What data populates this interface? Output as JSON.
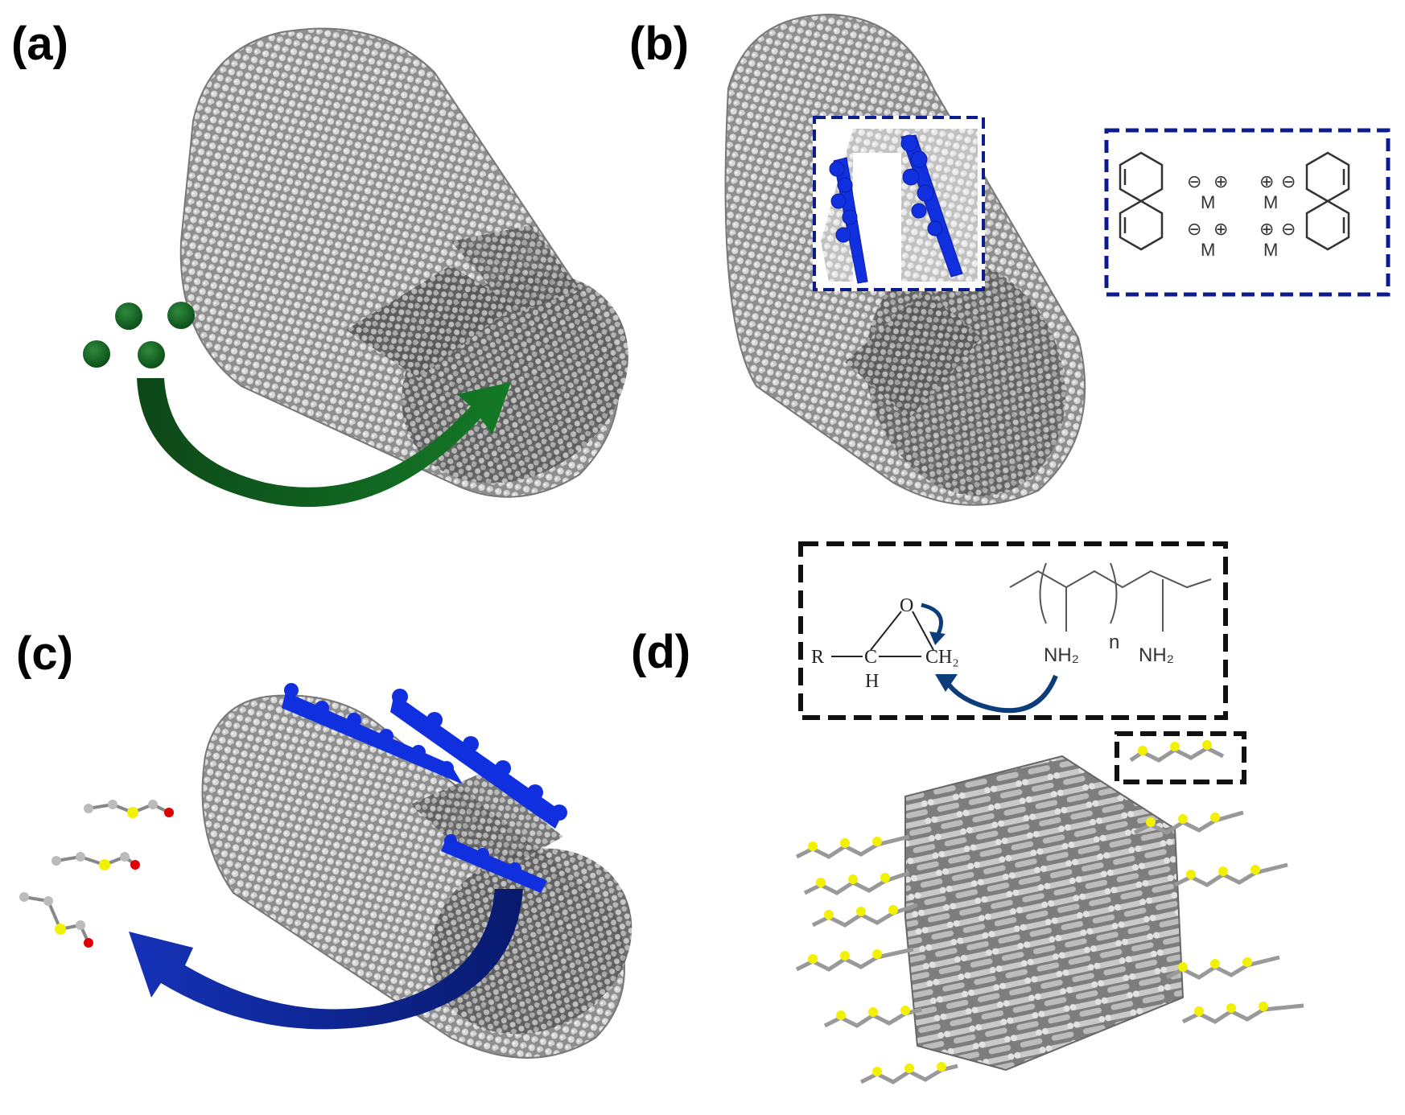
{
  "panels": {
    "a": {
      "label": "(a)"
    },
    "b": {
      "label": "(b)"
    },
    "c": {
      "label": "(c)"
    },
    "d": {
      "label": "(d)"
    }
  },
  "inset_b": {
    "charge_neg": "⊖",
    "charge_pos": "⊕",
    "metal": "M"
  },
  "inset_d": {
    "R": "R",
    "O": "O",
    "C": "C",
    "H": "H",
    "CH2": "CH₂",
    "NH2": "NH₂",
    "n": "n"
  },
  "colors": {
    "tube_gray": "#a9a9a9",
    "green_arrow": "#0f5a1e",
    "blue_arrow": "#0a1f8f",
    "blue_chain": "#1030e0",
    "inset_b_border": "#0b1d8c",
    "inset_d_border": "#111111",
    "sulfur_yellow": "#f2f200",
    "oxygen_red": "#e00000"
  }
}
